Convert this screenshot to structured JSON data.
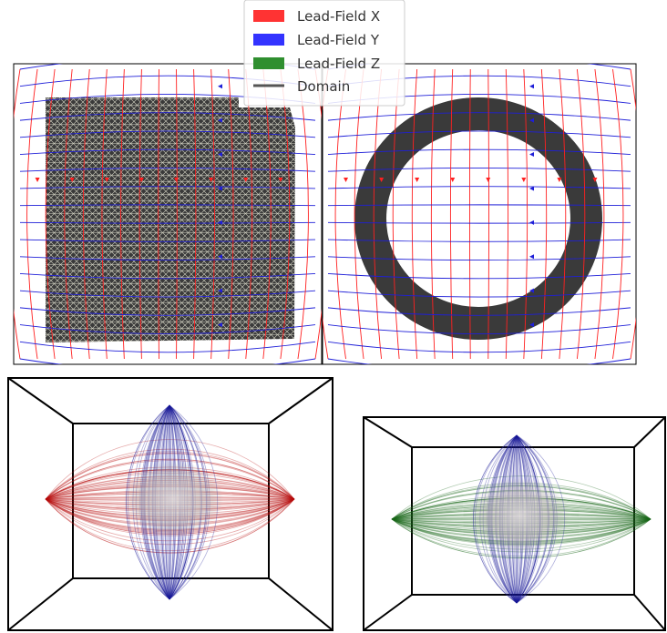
{
  "legend": {
    "items": [
      {
        "label": "Lead-Field X",
        "color": "#ff3333",
        "kind": "patch"
      },
      {
        "label": "Lead-Field Y",
        "color": "#3333ff",
        "kind": "patch"
      },
      {
        "label": "Lead-Field Z",
        "color": "#2f8f2f",
        "kind": "patch"
      },
      {
        "label": "Domain",
        "color": "#555555",
        "kind": "line"
      }
    ]
  },
  "colors": {
    "x_stream": "#ff2020",
    "y_stream": "#1f1fd8",
    "x_bundle": "#b80f0f",
    "y_bundle": "#1a1a99",
    "z_bundle": "#1c6b1c",
    "mesh_fill": "#3a3a3a",
    "mesh_edge": "#cfcfbf",
    "annulus": "#3a3a3a",
    "box": "#000000"
  },
  "panels": {
    "left_2d": {
      "domain": "square-mesh"
    },
    "right_2d": {
      "domain": "annulus"
    },
    "left_3d": {
      "bundles": [
        "x",
        "y"
      ]
    },
    "right_3d": {
      "bundles": [
        "z",
        "y"
      ]
    }
  }
}
